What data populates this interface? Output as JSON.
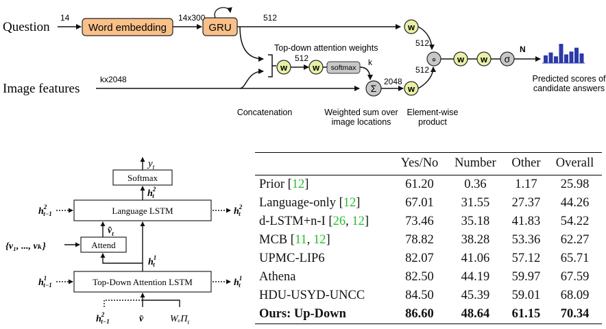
{
  "top_diagram": {
    "question_label": "Question",
    "question_dim": "14",
    "word_embedding_label": "Word embedding",
    "embedding_dim": "14x300",
    "gru_label": "GRU",
    "gru_out_dim": "512",
    "image_features_label": "Image features",
    "image_dim": "kx2048",
    "attention_title": "Top-down attention weights",
    "w_label": "w",
    "attn_dim": "512",
    "softmax_label": "softmax",
    "k_label": "k",
    "sum_label": "Σ",
    "weighted_dim": "2048",
    "q_proj_dim": "512",
    "v_proj_dim": "512",
    "dot_label": "∘",
    "sigma_label": "σ",
    "n_label": "N",
    "predicted_line1": "Predicted scores of",
    "predicted_line2": "candidate answers",
    "concat_caption": "Concatenation",
    "weighted_caption_1": "Weighted sum over",
    "weighted_caption_2": "image locations",
    "elementwise_caption_1": "Element-wise",
    "elementwise_caption_2": "product",
    "histogram_bars": [
      0.4,
      0.55,
      0.35,
      1.0,
      0.45,
      0.6,
      0.8,
      0.5
    ]
  },
  "lstm_diagram": {
    "softmax_label": "Softmax",
    "language_lstm_label": "Language LSTM",
    "attend_label": "Attend",
    "td_lstm_label": "Top-Down Attention LSTM",
    "y_t": "y",
    "y_sub": "t",
    "feature_set": "{v₁, ..., vₖ}",
    "v_hat": "v̂",
    "v_bar": "v̄",
    "emb_label": "WₑΠ",
    "emb_sub": "t",
    "h_label": "h",
    "sup1": "1",
    "sup2": "2",
    "sub_t": "t",
    "sub_tm1": "t−1"
  },
  "results_table": {
    "headers": [
      "",
      "Yes/No",
      "Number",
      "Other",
      "Overall"
    ],
    "rows": [
      {
        "name": "Prior ",
        "cites": [
          "12"
        ],
        "values": [
          "61.20",
          "0.36",
          "1.17",
          "25.98"
        ],
        "bold": false
      },
      {
        "name": "Language-only ",
        "cites": [
          "12"
        ],
        "values": [
          "67.01",
          "31.55",
          "27.37",
          "44.26"
        ],
        "bold": false
      },
      {
        "name": "d-LSTM+n-I ",
        "cites": [
          "26",
          "12"
        ],
        "values": [
          "73.46",
          "35.18",
          "41.83",
          "54.22"
        ],
        "bold": false
      },
      {
        "name": "MCB ",
        "cites": [
          "11",
          "12"
        ],
        "values": [
          "78.82",
          "38.28",
          "53.36",
          "62.27"
        ],
        "bold": false
      },
      {
        "name": "UPMC-LIP6",
        "cites": [],
        "values": [
          "82.07",
          "41.06",
          "57.12",
          "65.71"
        ],
        "bold": false
      },
      {
        "name": "Athena",
        "cites": [],
        "values": [
          "82.50",
          "44.19",
          "59.97",
          "67.59"
        ],
        "bold": false
      },
      {
        "name": "HDU-USYD-UNCC",
        "cites": [],
        "values": [
          "84.50",
          "45.39",
          "59.01",
          "68.09"
        ],
        "bold": false
      },
      {
        "name": "Ours: Up-Down",
        "cites": [],
        "values": [
          "86.60",
          "48.64",
          "61.15",
          "70.34"
        ],
        "bold": true
      }
    ]
  },
  "colors": {
    "embedding_fill": "#f9c089",
    "gru_fill": "#f9c089",
    "w_fill": "#e9f0a6",
    "gray_fill": "#c8c8c8",
    "bar_blue": "#2b3aa8",
    "cite_green": "#22c02b"
  }
}
